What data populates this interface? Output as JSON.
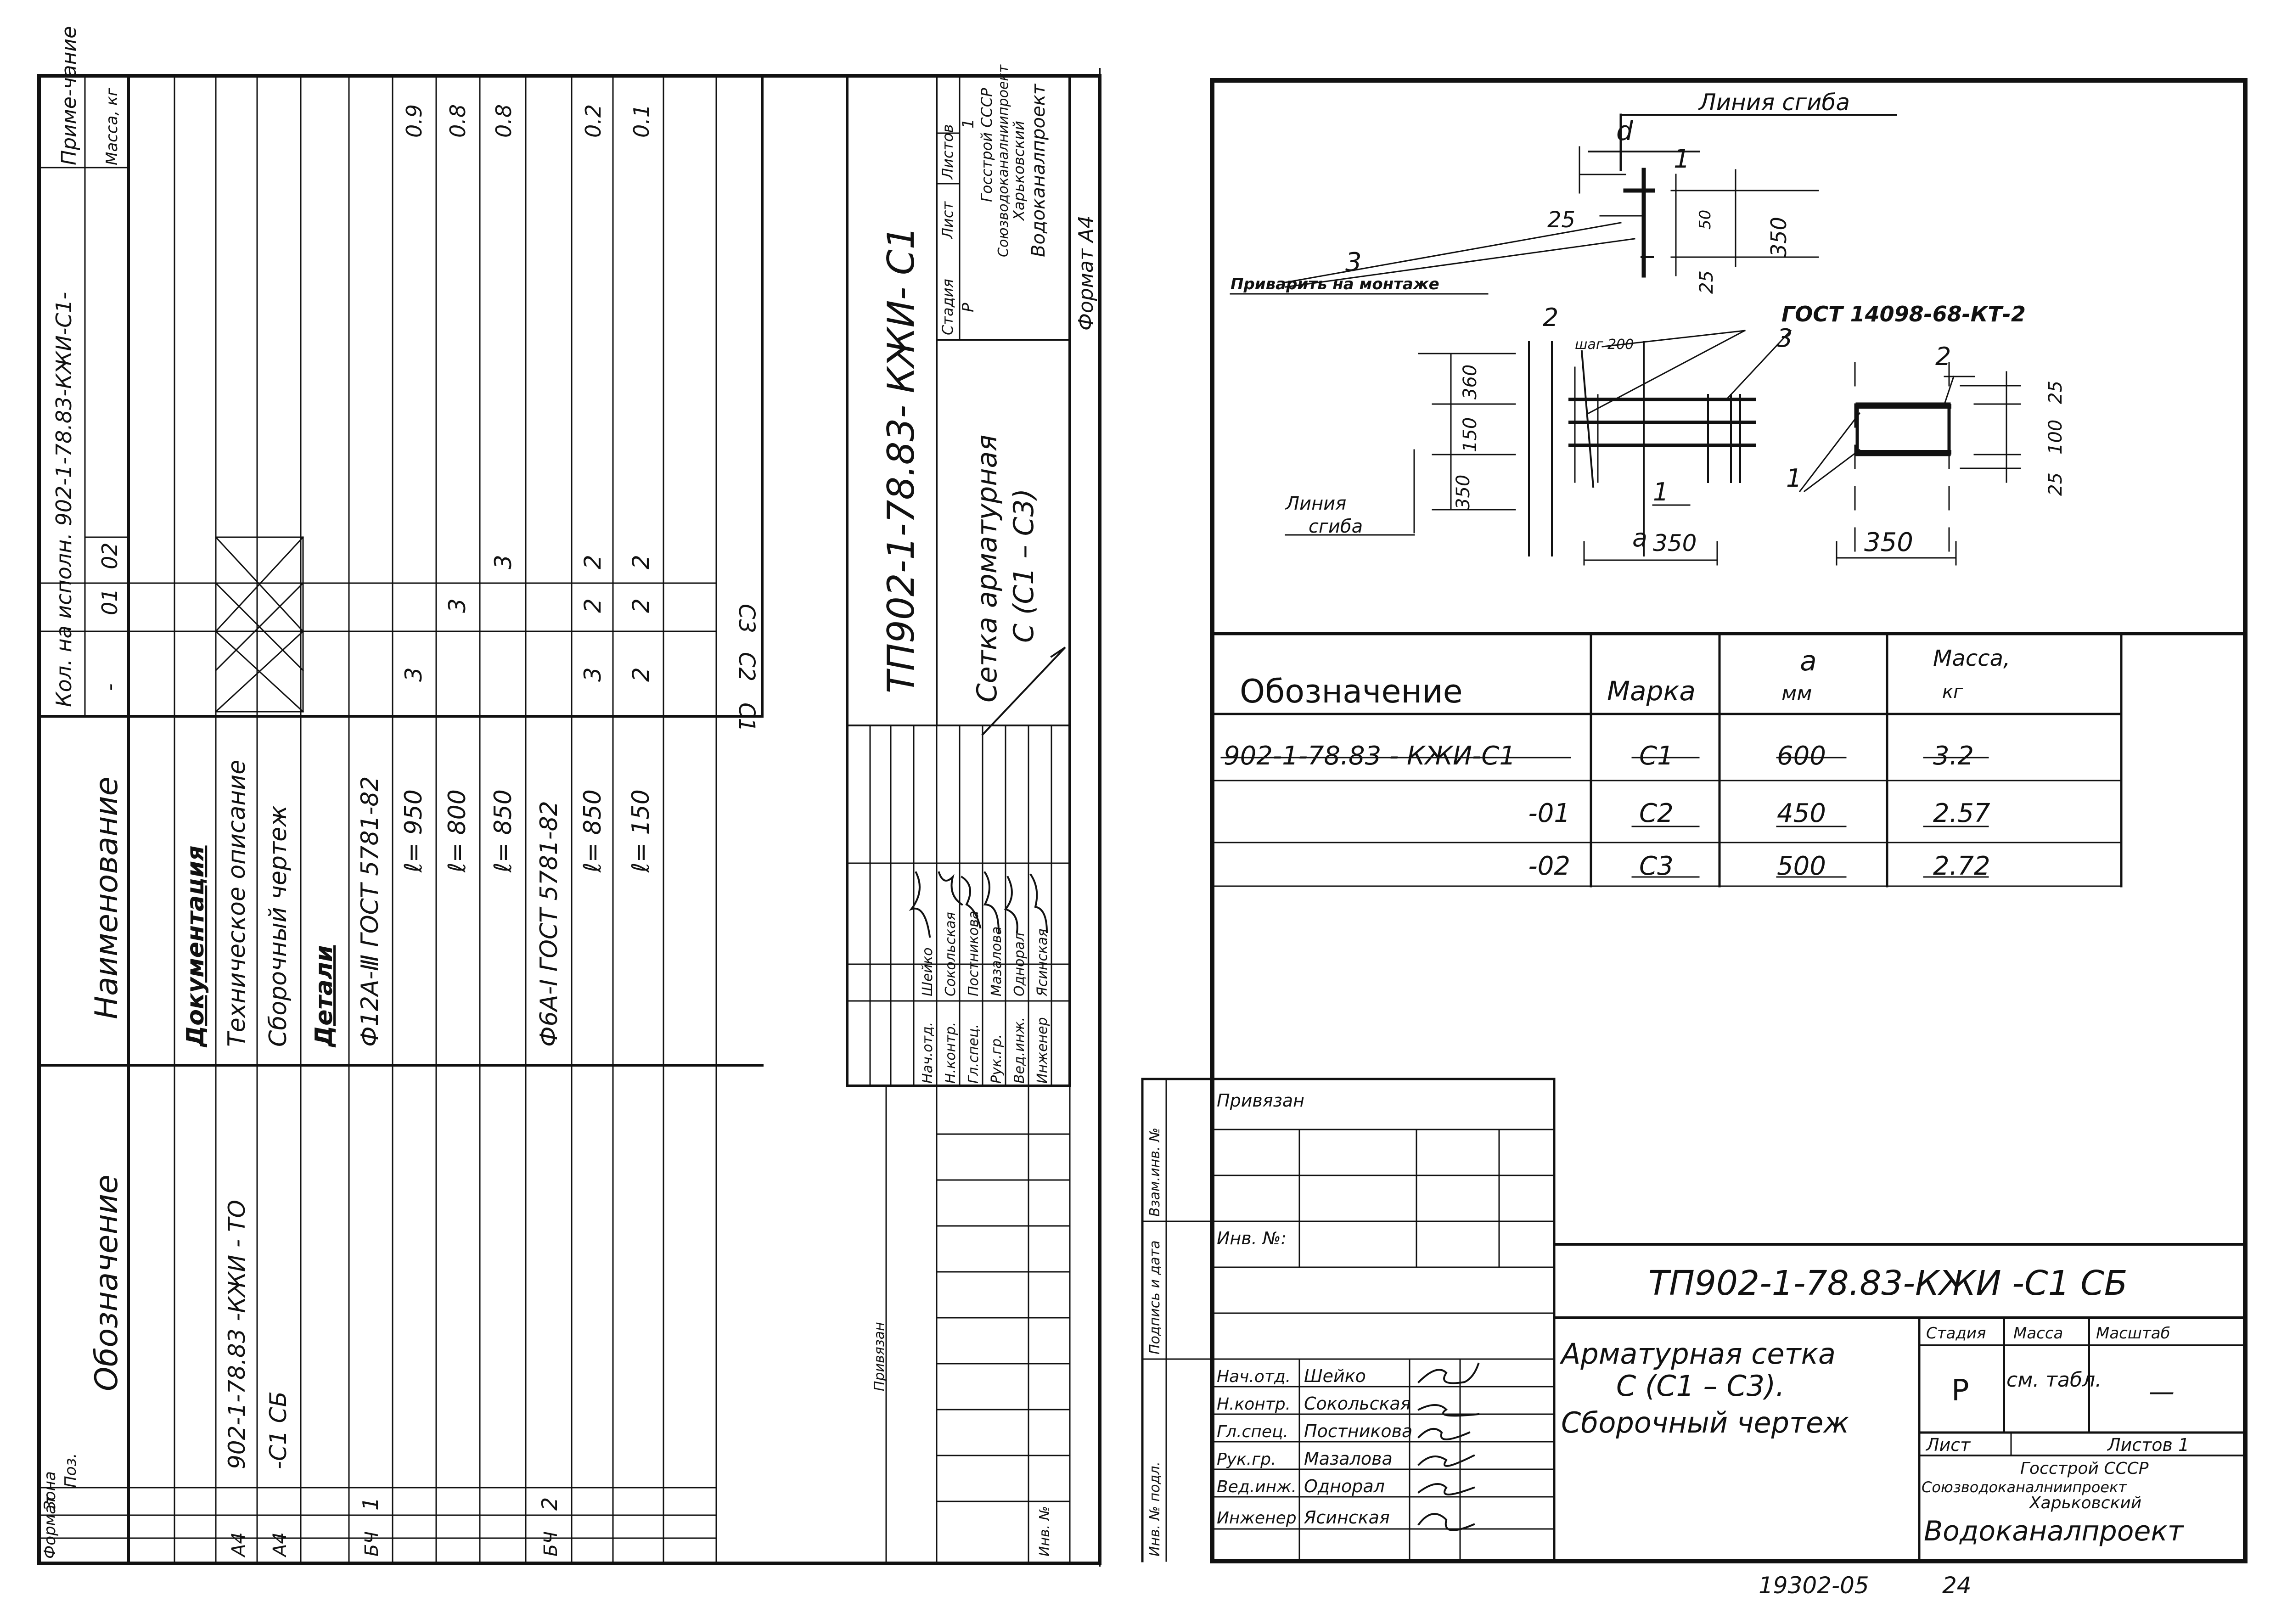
{
  "left_sheet": {
    "spec_headers": {
      "format": "Формат",
      "zone": "Зона",
      "position": "Поз.",
      "designation": "Обозначение",
      "name": "Наименование",
      "qty_header": "Кол. на исполн. 902-1-78.83-КЖИ-С1-",
      "qty_cols": [
        "-",
        "01",
        "02"
      ],
      "note": "Приме-чание",
      "mass_unit": "Масса, кг"
    },
    "spec_rows": [
      {
        "format": "",
        "pos": "",
        "designation": "",
        "name": "Документация",
        "q0": "",
        "q1": "",
        "q2": "",
        "note": ""
      },
      {
        "format": "А4",
        "pos": "",
        "designation": "902-1-78.83 -КЖИ - ТО",
        "name": "Техническое описание",
        "q0": "",
        "q1": "",
        "q2": "",
        "note": ""
      },
      {
        "format": "А4",
        "pos": "",
        "designation": "-С1 СБ",
        "name": "Сборочный чертеж",
        "q0": "",
        "q1": "",
        "q2": "",
        "note": ""
      },
      {
        "format": "",
        "pos": "",
        "designation": "",
        "name": "Детали",
        "q0": "",
        "q1": "",
        "q2": "",
        "note": ""
      },
      {
        "format": "БЧ",
        "pos": "1",
        "designation": "",
        "name": "Ф12А-Ⅲ ГОСТ 5781-82",
        "q0": "",
        "q1": "",
        "q2": "",
        "note": ""
      },
      {
        "format": "",
        "pos": "",
        "designation": "",
        "name": "ℓ= 950",
        "q0": "3",
        "q1": "",
        "q2": "",
        "note": "0.9"
      },
      {
        "format": "",
        "pos": "",
        "designation": "",
        "name": "ℓ= 800",
        "q0": "",
        "q1": "3",
        "q2": "",
        "note": "0.8"
      },
      {
        "format": "",
        "pos": "",
        "designation": "",
        "name": "ℓ= 850",
        "q0": "",
        "q1": "",
        "q2": "3",
        "note": "0.8"
      },
      {
        "format": "БЧ",
        "pos": "2",
        "designation": "",
        "name": "Ф6А-Ⅰ ГОСТ 5781-82",
        "q0": "",
        "q1": "",
        "q2": "",
        "note": ""
      },
      {
        "format": "",
        "pos": "",
        "designation": "",
        "name": "ℓ= 850",
        "q0": "3",
        "q1": "2",
        "q2": "2",
        "note": "0.2"
      },
      {
        "format": "",
        "pos": "",
        "designation": "",
        "name": "ℓ= 150",
        "q0": "2",
        "q1": "2",
        "q2": "2",
        "note": "0.1"
      }
    ],
    "mark_labels": [
      "С1",
      "С2",
      "С3"
    ],
    "stamp": {
      "code": "ТП902-1-78.83- КЖИ- С1",
      "title_line1": "Сетка арматурная",
      "title_line2": "С (С1 – С3)",
      "stage_h": "Стадия",
      "sheet_h": "Лист",
      "sheets_h": "Листов",
      "stage": "Р",
      "sheet": "",
      "sheets": "1",
      "org": [
        "Госстрой СССР",
        "Союзводоканалниипроект",
        "Харьковский",
        "Водоканалпроект"
      ],
      "format": "Формат А4",
      "roles": [
        "Нач.отд.",
        "Н.контр.",
        "Гл.спец.",
        "Рук.гр.",
        "Вед.инж.",
        "Инженер"
      ],
      "names": [
        "Шейко",
        "Сокольская",
        "Постникова",
        "Мазалова",
        "Однорал",
        "Ясинская"
      ],
      "privyazan": "Привязан",
      "inv_no": "Инв. №"
    }
  },
  "drawing": {
    "bend_line": "Линия сгиба",
    "bend_line_2a": "Линия",
    "bend_line_2b": "сгиба",
    "weld_note": "Приварить на монтаже",
    "gost_note": "ГОСТ 14098-68-КТ-2",
    "step": "шаг 200",
    "dims": [
      "d",
      "1",
      "25",
      "50",
      "350",
      "25",
      "3",
      "2",
      "3",
      "360",
      "150",
      "350",
      "2",
      "25",
      "100",
      "25",
      "1",
      "1",
      "a",
      "350",
      "350"
    ]
  },
  "mark_table": {
    "headers": {
      "designation": "Обозначение",
      "mark": "Марка",
      "a": "а",
      "a_unit": "мм",
      "mass": "Масса,",
      "mass_unit": "кг"
    },
    "rows": [
      {
        "designation": "902-1-78.83 - КЖИ-С1",
        "mark": "С1",
        "a": "600",
        "mass": "3.2"
      },
      {
        "designation": "-01",
        "mark": "С2",
        "a": "450",
        "mass": "2.57"
      },
      {
        "designation": "-02",
        "mark": "С3",
        "a": "500",
        "mass": "2.72"
      }
    ]
  },
  "right_stamp": {
    "margin_labels": [
      "Взам.инв. №",
      "Подпись и дата",
      "Инв. № подл."
    ],
    "privyazan": "Привязан",
    "inv_no": "Инв. №:",
    "code": "ТП902-1-78.83-КЖИ -С1 СБ",
    "title": [
      "Арматурная сетка",
      "С (С1 – С3).",
      "Сборочный чертеж"
    ],
    "stage_h": "Стадия",
    "mass_h": "Масса",
    "scale_h": "Масштаб",
    "stage": "Р",
    "mass": "см. табл.",
    "scale": "—",
    "sheet_h": "Лист",
    "sheets_h": "Листов 1",
    "org": [
      "Госстрой СССР",
      "Союзводоканалниипроект",
      "Харьковский",
      "Водоканалпроект"
    ],
    "roles": [
      "Нач.отд.",
      "Н.контр.",
      "Гл.спец.",
      "Рук.гр.",
      "Вед.инж.",
      "Инженер"
    ],
    "names": [
      "Шейко",
      "Сокольская",
      "Постникова",
      "Мазалова",
      "Однорал",
      "Ясинская"
    ]
  },
  "footer": {
    "archive": "19302-05",
    "page": "24"
  }
}
